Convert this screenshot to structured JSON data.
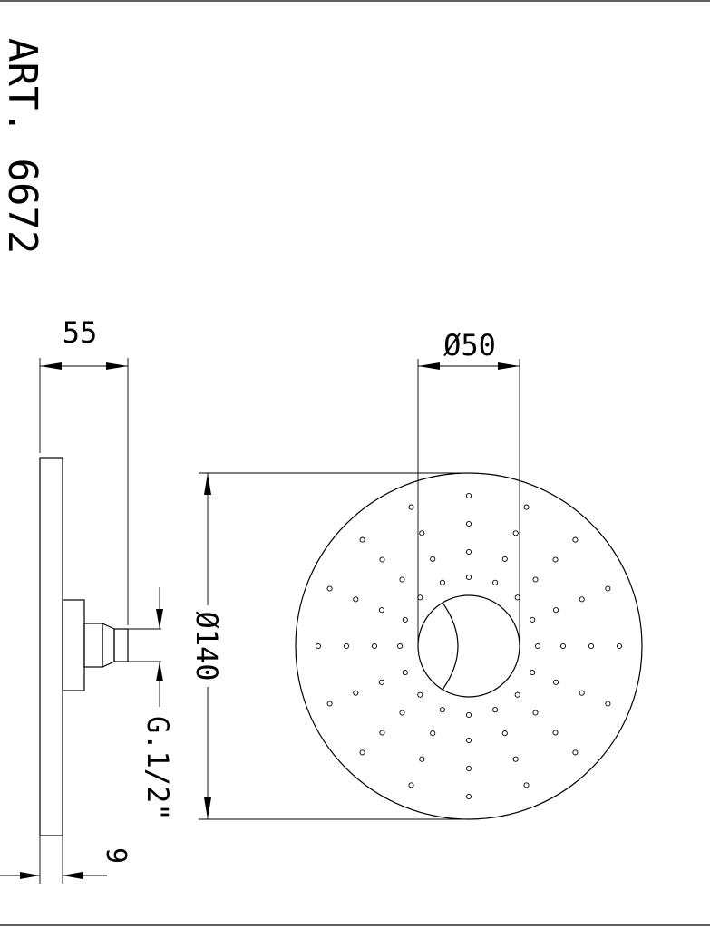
{
  "title": "ART. 6672",
  "dimensions": {
    "width_top": "55",
    "hole_diameter": "Ø50",
    "outer_diameter": "Ø140",
    "thread": "G.1/2\"",
    "thickness": "9"
  }
}
